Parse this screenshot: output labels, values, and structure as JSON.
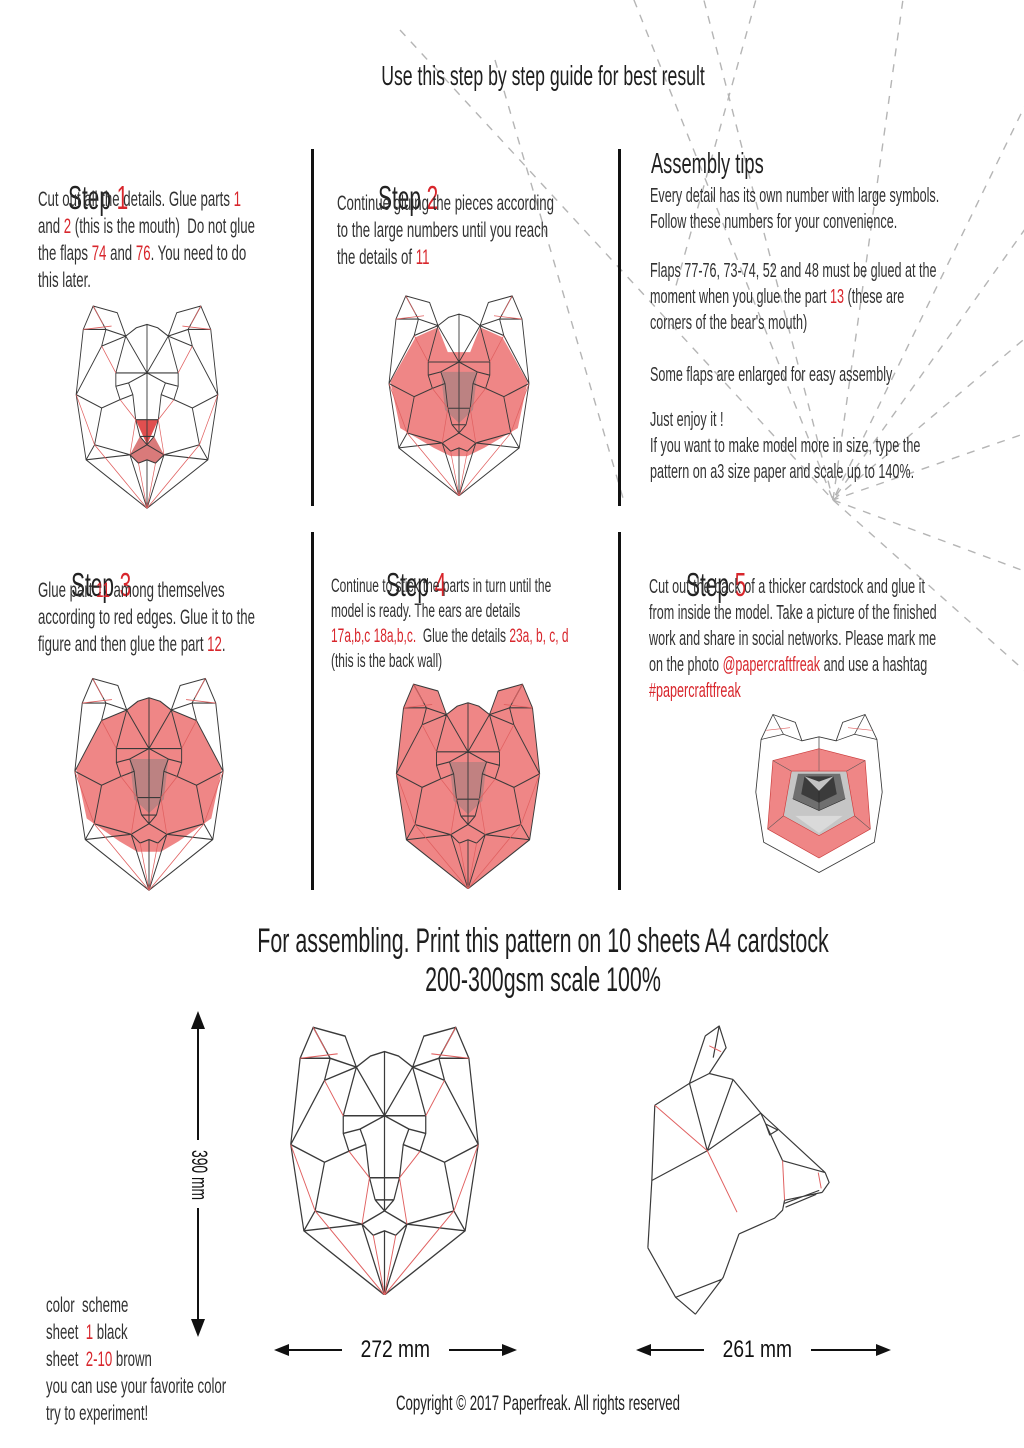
{
  "page": {
    "title": "Use this step by step guide for best result",
    "colors": {
      "accent_red": "#d8262c",
      "model_fill_red": "#ef8686",
      "wire_black": "#3a3a3a",
      "wire_red": "#e06060",
      "dash_gray": "#b5b5b5"
    }
  },
  "steps": [
    {
      "label": "Step ",
      "number": "1",
      "body": [
        {
          "t": "Cut out all the details. Glue parts "
        },
        {
          "t": "1",
          "red": true
        },
        {
          "t": "\nand "
        },
        {
          "t": "2",
          "red": true
        },
        {
          "t": " (this is the mouth)  Do not glue\nthe flaps "
        },
        {
          "t": "74",
          "red": true
        },
        {
          "t": " and "
        },
        {
          "t": "76",
          "red": true
        },
        {
          "t": ". You need to do\nthis later."
        }
      ]
    },
    {
      "label": "Step ",
      "number": "2",
      "body": [
        {
          "t": "Continue gluing the pieces according\nto the large numbers until you reach\nthe details of "
        },
        {
          "t": "11",
          "red": true
        }
      ]
    },
    {
      "label": "Step ",
      "number": "3",
      "body": [
        {
          "t": "Glue part "
        },
        {
          "t": "11",
          "red": true
        },
        {
          "t": " among themselves\naccording to red edges. Glue it to the\nfigure and then glue the part "
        },
        {
          "t": "12",
          "red": true
        },
        {
          "t": "."
        }
      ]
    },
    {
      "label": "Step ",
      "number": "4",
      "body": [
        {
          "t": "Continue to stick the parts in turn until the\nmodel is ready. The ears are details\n"
        },
        {
          "t": "17a,b,c 18a,b,c.",
          "red": true
        },
        {
          "t": "  Glue the details "
        },
        {
          "t": "23a, b, c, d",
          "red": true
        },
        {
          "t": "\n(this is the back wall)"
        }
      ]
    },
    {
      "label": "Step ",
      "number": "5",
      "body": [
        {
          "t": "Cut out the back of a thicker cardstock and glue it\nfrom inside the model. Take a picture of the finished\nwork and share in social networks. Please mark me\non the photo "
        },
        {
          "t": "@papercraftfreak",
          "red": true
        },
        {
          "t": " and use a hashtag\n"
        },
        {
          "t": "#papercraftfreak",
          "red": true
        }
      ]
    }
  ],
  "assembly_tips": {
    "title": "Assembly tips",
    "paragraphs": [
      [
        {
          "t": "Every detail has its own number with large symbols.\nFollow these numbers for your convenience."
        }
      ],
      [
        {
          "t": "Flaps 77-76, 73-74, 52 and 48 must be glued at the\nmoment when you glue the part "
        },
        {
          "t": "13",
          "red": true
        },
        {
          "t": " (these are\ncorners of the bear's mouth)"
        }
      ],
      [
        {
          "t": "Some flaps are enlarged for easy assembly"
        }
      ],
      [
        {
          "t": "Just enjoy it !\nIf you want to make model more in size, type the\npattern on a3 size paper and scale up to 140%."
        }
      ]
    ]
  },
  "print_note": "For assembling. Print this pattern on 10 sheets A4 cardstock 200-300gsm scale 100%",
  "dimensions": {
    "height": "390 mm",
    "front_width": "272 mm",
    "side_width": "261 mm"
  },
  "color_scheme": [
    {
      "t": "color  scheme\nsheet  "
    },
    {
      "t": "1",
      "red": true
    },
    {
      "t": " black\nsheet  "
    },
    {
      "t": "2-10",
      "red": true
    },
    {
      "t": " brown\nyou can use your favorite color\ntry to experiment!"
    }
  ],
  "copyright": "Copyright © 2017 Paperfreak. All rights reserved"
}
